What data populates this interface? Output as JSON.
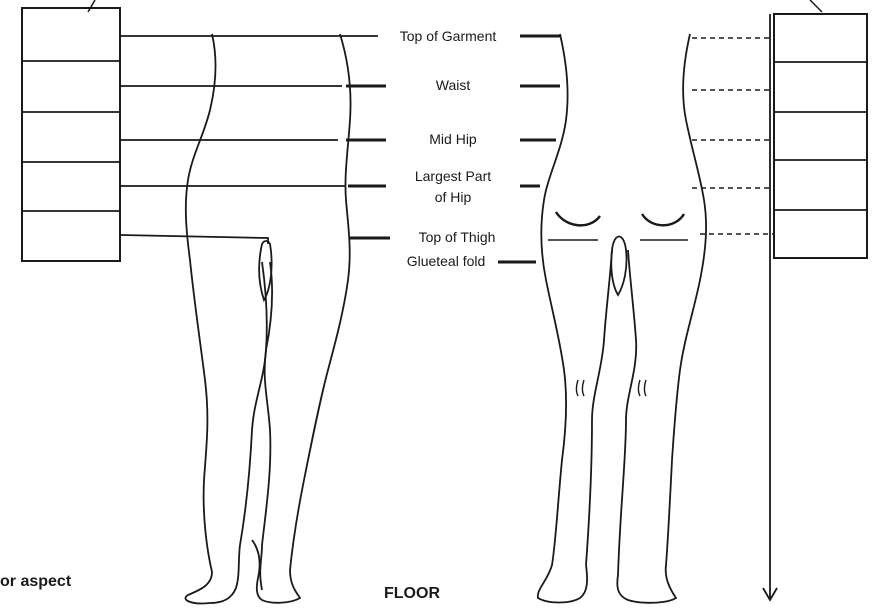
{
  "labels": {
    "top_of_garment": "Top of Garment",
    "waist": "Waist",
    "mid_hip": "Mid Hip",
    "largest_part_line1": "Largest Part",
    "largest_part_line2": "of Hip",
    "top_of_thigh": "Top of Thigh",
    "gluteal_fold": "Glueteal fold",
    "floor": "FLOOR",
    "caption_fragment": "or aspect"
  },
  "colors": {
    "ink": "#1a1a1a",
    "background": "#ffffff"
  }
}
